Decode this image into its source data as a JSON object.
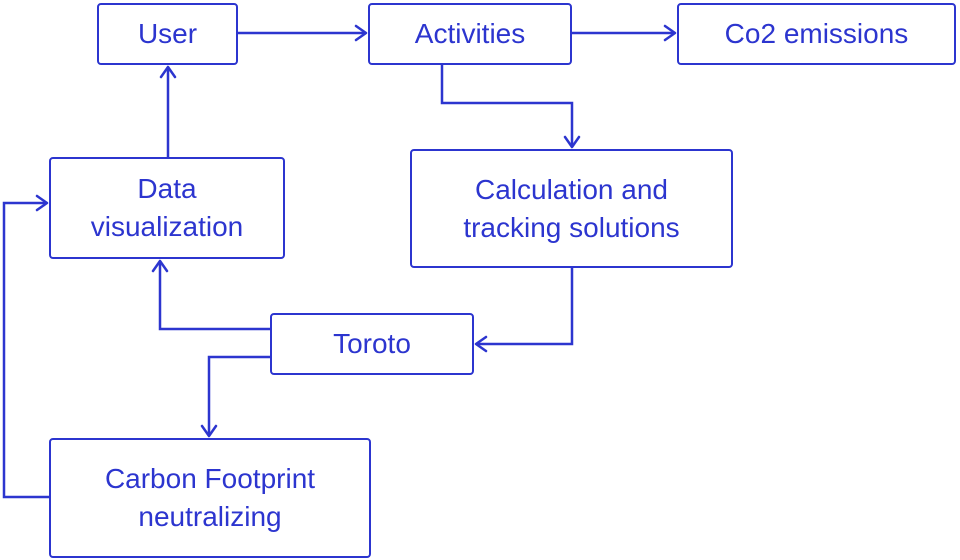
{
  "diagram": {
    "accent_color": "#2c35cf",
    "nodes": {
      "user": "User",
      "activities": "Activities",
      "co2": "Co2 emissions",
      "data_viz": "Data\nvisualization",
      "calc": "Calculation and\ntracking solutions",
      "toroto": "Toroto",
      "carbon": "Carbon Footprint\nneutralizing"
    },
    "edges": [
      {
        "from": "user",
        "to": "activities"
      },
      {
        "from": "activities",
        "to": "co2"
      },
      {
        "from": "activities",
        "to": "calc"
      },
      {
        "from": "calc",
        "to": "toroto"
      },
      {
        "from": "toroto",
        "to": "data_viz"
      },
      {
        "from": "toroto",
        "to": "carbon"
      },
      {
        "from": "data_viz",
        "to": "user"
      },
      {
        "from": "carbon",
        "to": "data_viz"
      }
    ]
  }
}
